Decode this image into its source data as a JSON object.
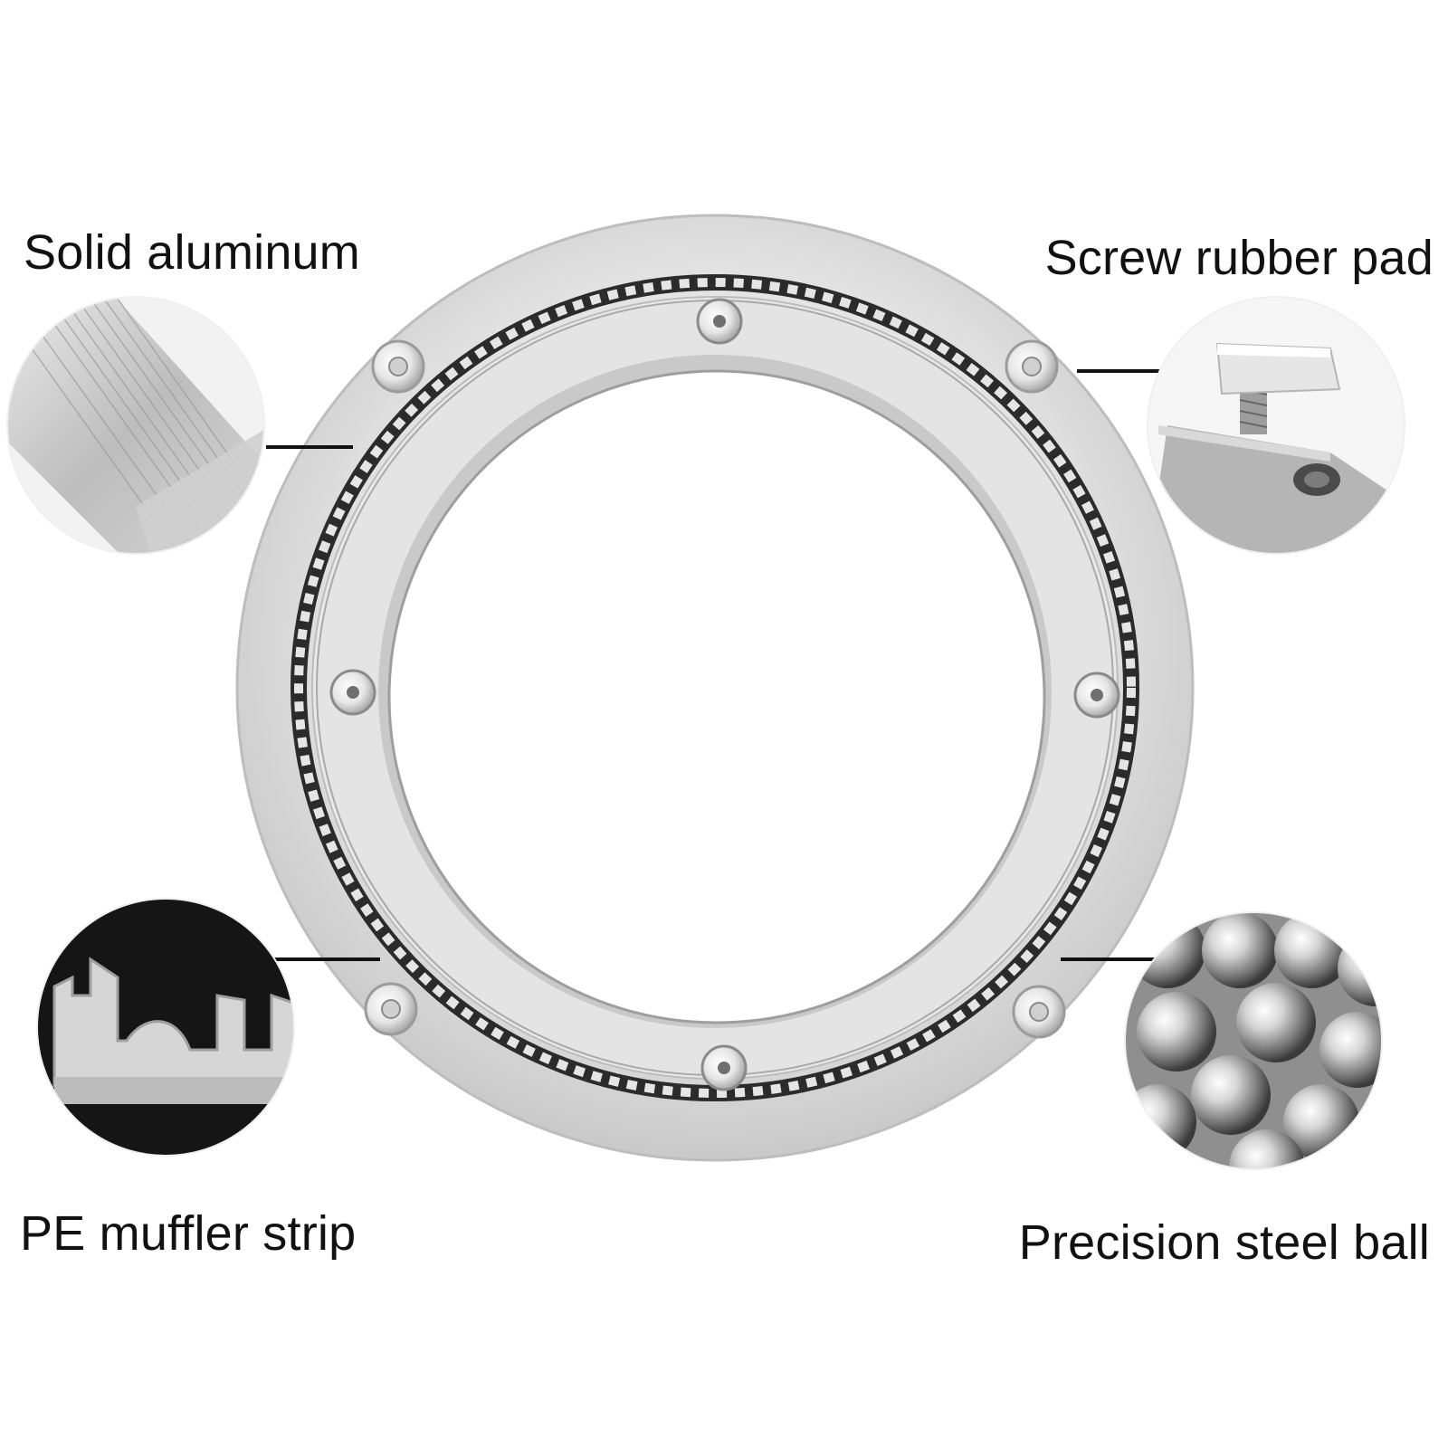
{
  "callouts": {
    "solid_aluminum": "Solid aluminum",
    "screw_rubber_pad": "Screw rubber pad",
    "pe_muffler_strip": "PE muffler strip",
    "precision_steel_ball": "Precision steel ball"
  },
  "colors": {
    "background": "#ffffff",
    "aluminum": "#dedede",
    "aluminum_shadow": "#b8b8b8",
    "ball_track": "#2a2a2a",
    "text": "#111111"
  }
}
